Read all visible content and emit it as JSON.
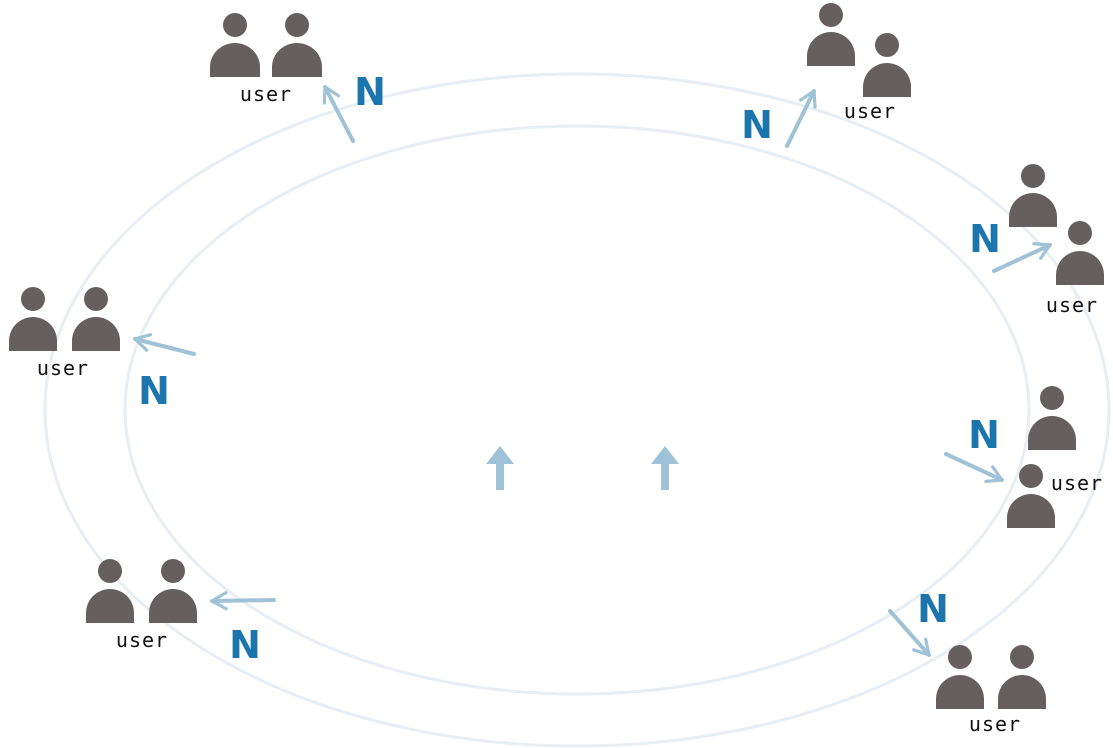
{
  "colors": {
    "ring": "#e7eef4",
    "arrow": "#9fc2d6",
    "n_text": "#1c75ad",
    "person": "#655f60",
    "user_text": "#111111",
    "background": "#ffffff"
  },
  "diagram": {
    "groups": [
      {
        "id": "top-left",
        "user_label": "user",
        "n_label": "N",
        "icon": "user-pair-icon"
      },
      {
        "id": "top-right",
        "user_label": "user",
        "n_label": "N",
        "icon": "user-pair-icon"
      },
      {
        "id": "right-upper",
        "user_label": "user",
        "n_label": "N",
        "icon": "user-pair-icon"
      },
      {
        "id": "right-middle",
        "user_label": "user",
        "n_label": "N",
        "icon": "user-pair-icon"
      },
      {
        "id": "bottom-right",
        "user_label": "user",
        "n_label": "N",
        "icon": "user-pair-icon"
      },
      {
        "id": "bottom-left",
        "user_label": "user",
        "n_label": "N",
        "icon": "user-pair-icon"
      },
      {
        "id": "left",
        "user_label": "user",
        "n_label": "N",
        "icon": "user-pair-icon"
      }
    ],
    "center_arrows": [
      {
        "icon": "up-arrow-icon"
      },
      {
        "icon": "up-arrow-icon"
      }
    ]
  }
}
